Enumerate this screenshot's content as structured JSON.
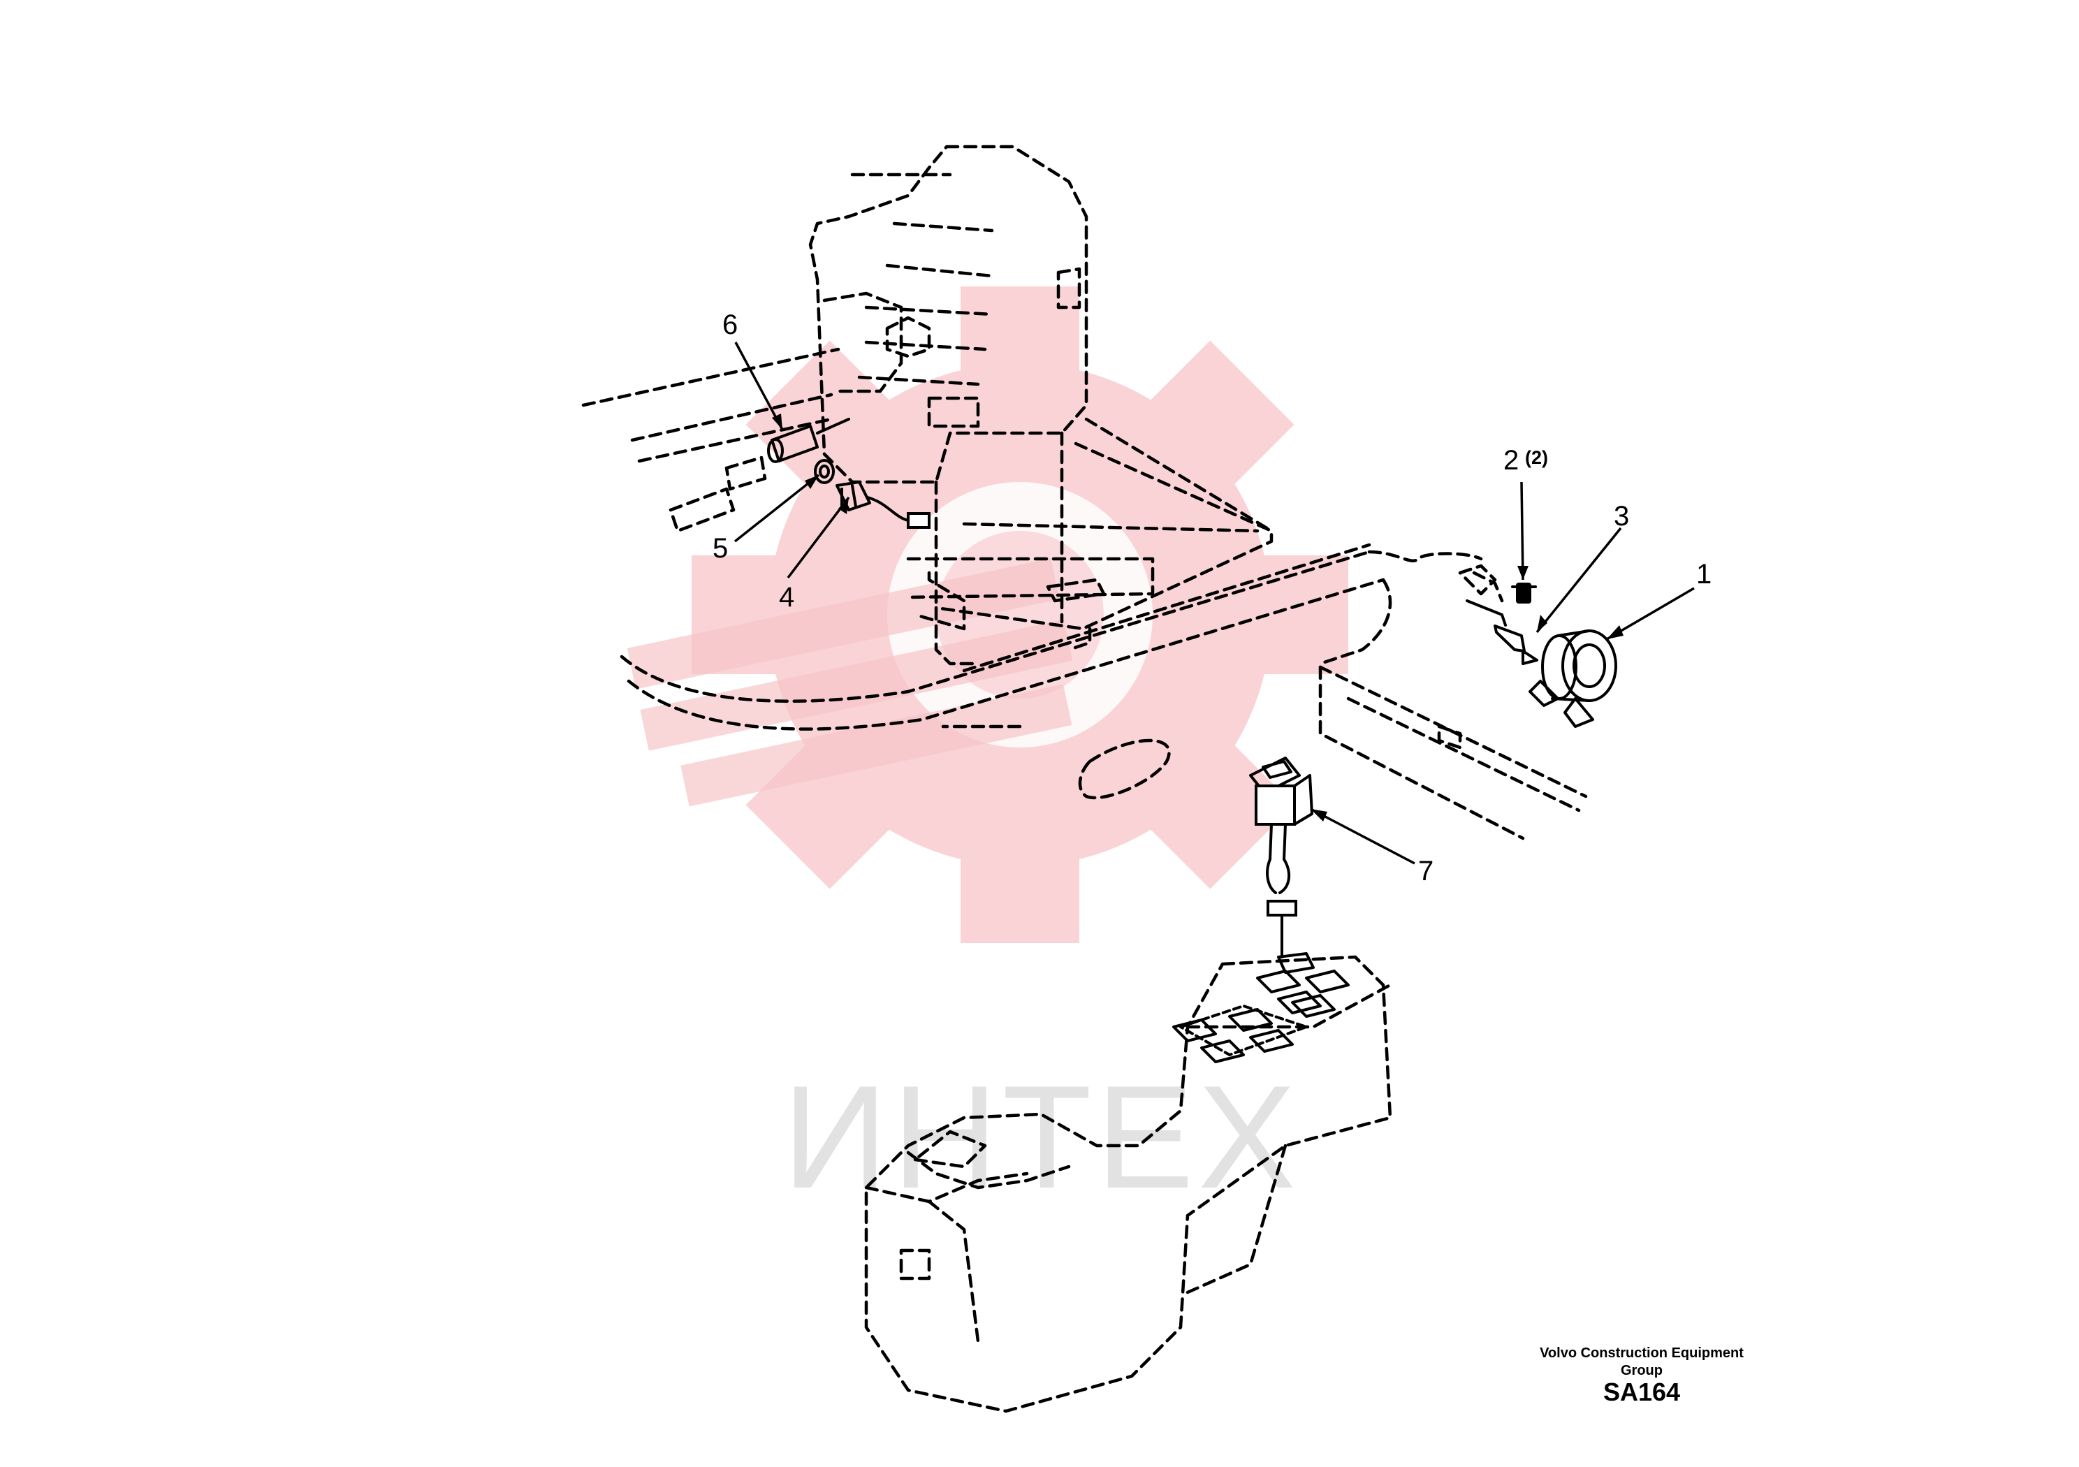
{
  "diagram": {
    "callouts": [
      {
        "id": "callout-1",
        "label": "1"
      },
      {
        "id": "callout-2",
        "label": "2",
        "qty": "(2)"
      },
      {
        "id": "callout-3",
        "label": "3"
      },
      {
        "id": "callout-4",
        "label": "4"
      },
      {
        "id": "callout-5",
        "label": "5"
      },
      {
        "id": "callout-6",
        "label": "6"
      },
      {
        "id": "callout-7",
        "label": "7"
      }
    ]
  },
  "watermark": {
    "text": "ИНТЕХ",
    "color": "#f7c5c8"
  },
  "reference": {
    "company": "Volvo Construction Equipment Group",
    "code": "SA164"
  }
}
